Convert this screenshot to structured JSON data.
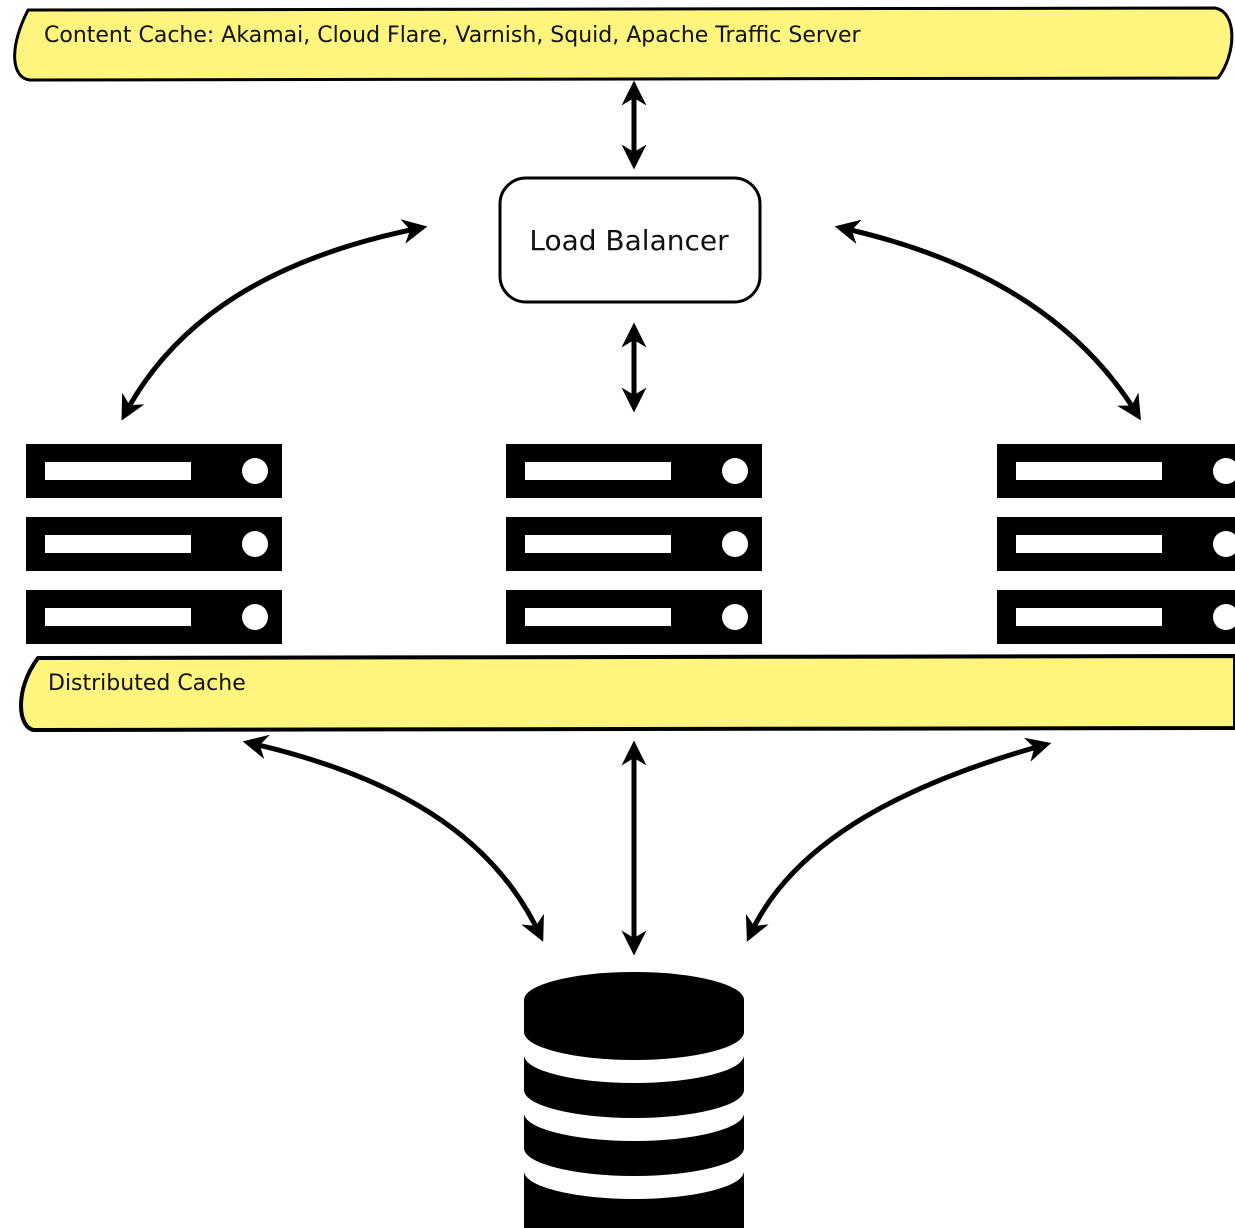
{
  "colors": {
    "band_fill": "#fdf57e",
    "stroke": "#000000",
    "background": "#ffffff"
  },
  "content_cache": {
    "label": "Content Cache: Akamai, Cloud Flare, Varnish, Squid, Apache Traffic Server"
  },
  "load_balancer": {
    "label": "Load Balancer"
  },
  "distributed_cache": {
    "label": "Distributed Cache"
  },
  "server_racks": [
    {
      "icon": "server-rack-icon",
      "units": 3
    },
    {
      "icon": "server-rack-icon",
      "units": 3
    },
    {
      "icon": "server-rack-icon",
      "units": 3
    }
  ],
  "database": {
    "icon": "database-icon"
  },
  "connectors": [
    {
      "from": "content_cache",
      "to": "load_balancer",
      "direction": "both"
    },
    {
      "from": "load_balancer",
      "to": "server_racks.0",
      "direction": "both"
    },
    {
      "from": "load_balancer",
      "to": "server_racks.1",
      "direction": "both"
    },
    {
      "from": "load_balancer",
      "to": "server_racks.2",
      "direction": "both"
    },
    {
      "from": "distributed_cache",
      "to": "database",
      "direction": "both"
    },
    {
      "from": "distributed_cache",
      "to": "database",
      "direction": "both"
    },
    {
      "from": "distributed_cache",
      "to": "database",
      "direction": "both"
    }
  ]
}
